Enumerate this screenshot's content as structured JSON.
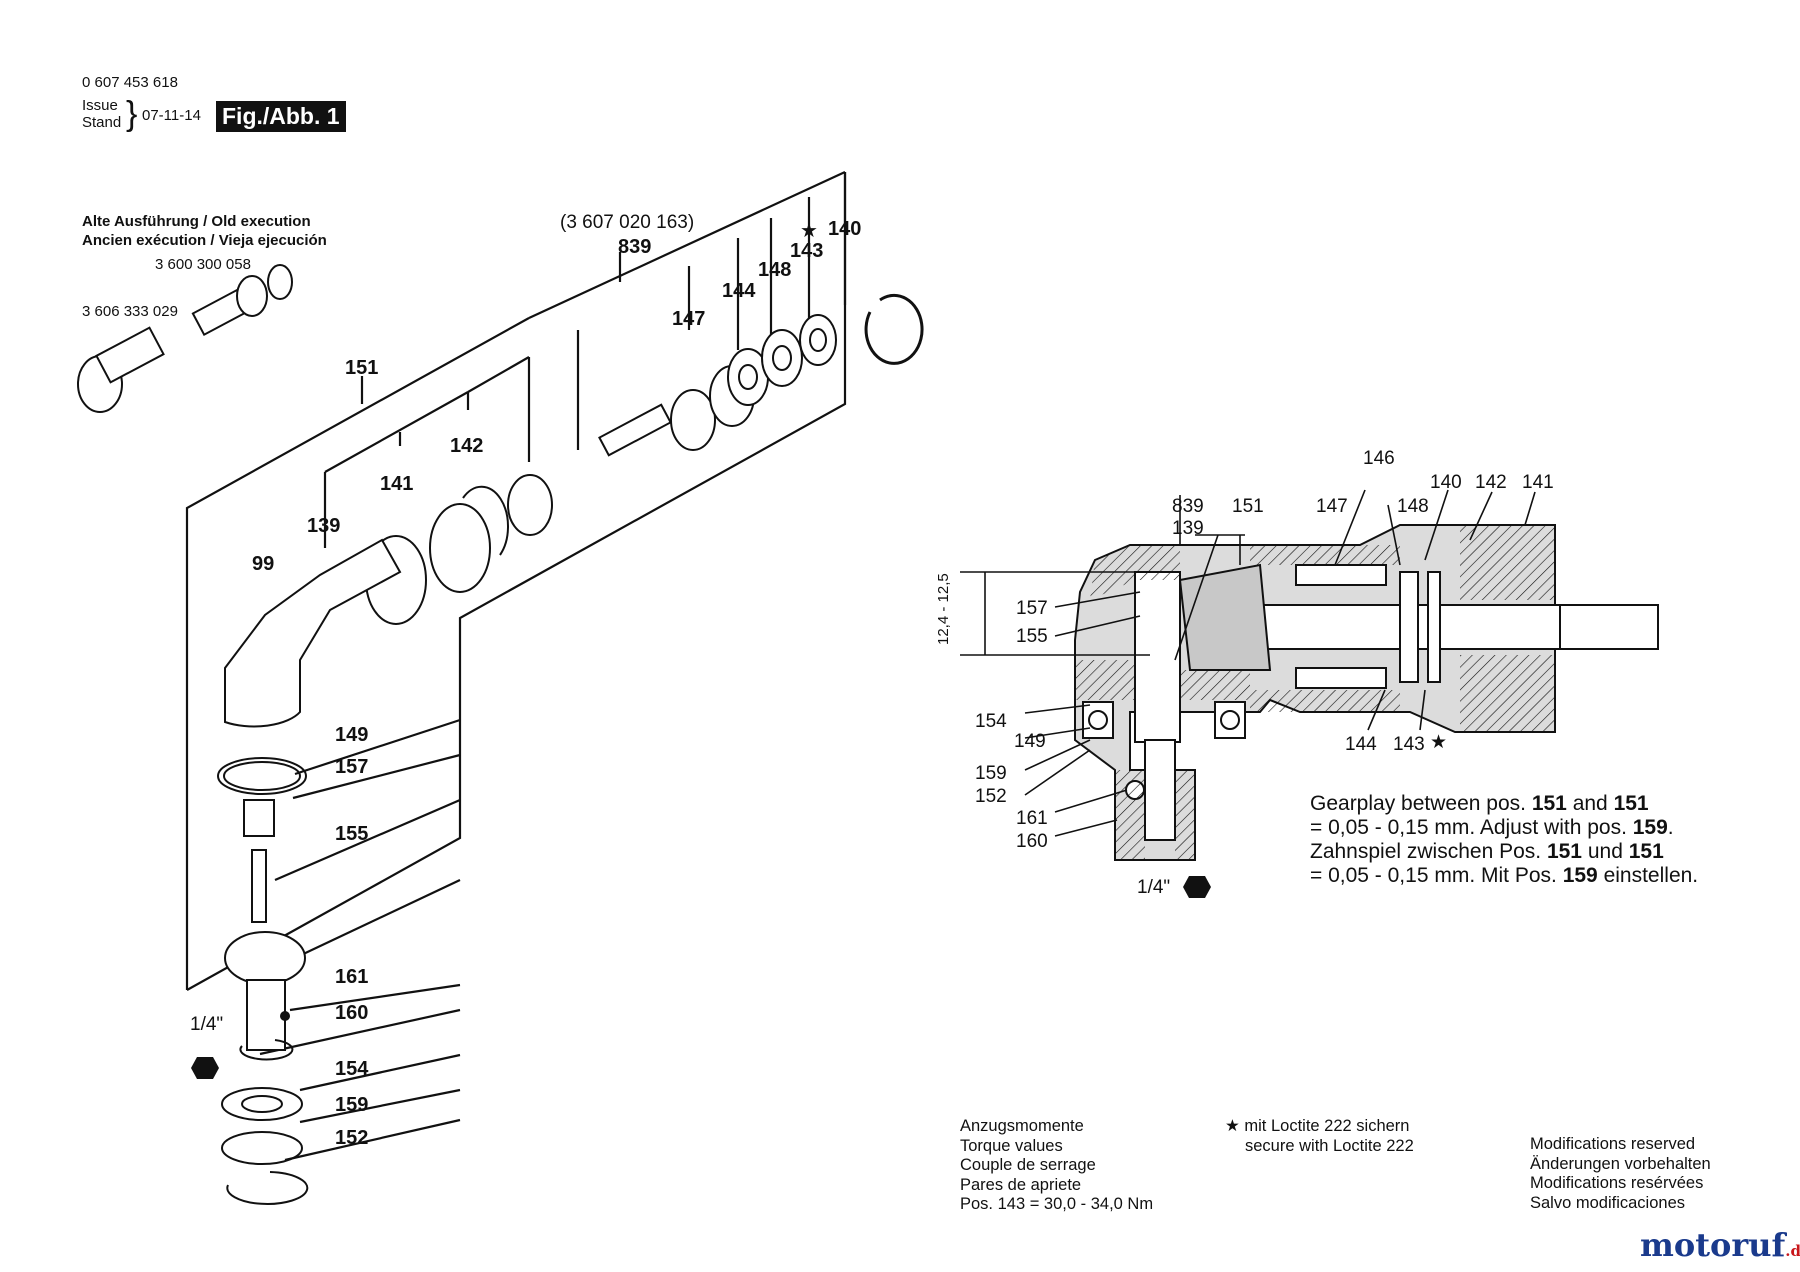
{
  "header": {
    "part_number": "0 607 453 618",
    "issue_label": "Issue",
    "stand_label": "Stand",
    "date": "07-11-14",
    "fig_label": "Fig./Abb. 1"
  },
  "old_execution": {
    "line1": "Alte Ausführung / Old execution",
    "line2": "Ancien exécution / Vieja ejecución",
    "part_a": "3 600 300 058",
    "part_b": "3 606 333 029"
  },
  "exploded": {
    "kit_number": "(3 607 020 163)",
    "labels": {
      "l839": "839",
      "l140": "140",
      "l143": "143",
      "l148": "148",
      "l144": "144",
      "l147": "147",
      "l151": "151",
      "l142": "142",
      "l141": "141",
      "l139": "139",
      "l99": "99",
      "l149": "149",
      "l157": "157",
      "l155": "155",
      "l161": "161",
      "l160": "160",
      "l154": "154",
      "l159": "159",
      "l152": "152",
      "hex": "1/4\""
    }
  },
  "section": {
    "labels": {
      "l146": "146",
      "l140": "140",
      "l142": "142",
      "l141": "141",
      "l839": "839",
      "l151": "151",
      "l147": "147",
      "l148": "148",
      "l139": "139",
      "l157": "157",
      "l155": "155",
      "l154": "154",
      "l149": "149",
      "l159": "159",
      "l152": "152",
      "l161": "161",
      "l160": "160",
      "l144": "144",
      "l143": "143",
      "hex": "1/4\"",
      "dim": "12,4 - 12,5"
    }
  },
  "notes": {
    "en1_a": "Gearplay between pos. ",
    "en1_b": "151",
    "en1_c": " and ",
    "en1_d": "151",
    "en2_a": "= 0,05 - 0,15 mm. Adjust with pos. ",
    "en2_b": "159",
    "en2_c": ".",
    "de1_a": "Zahnspiel zwischen Pos. ",
    "de1_b": "151",
    "de1_c": " und ",
    "de1_d": "151",
    "de2_a": "= 0,05 - 0,15 mm. Mit Pos. ",
    "de2_b": "159",
    "de2_c": " einstellen."
  },
  "footer": {
    "torque": [
      "Anzugsmomente",
      "Torque values",
      "Couple de serrage",
      "Pares de apriete",
      "Pos. 143 = 30,0 - 34,0 Nm"
    ],
    "loctite": [
      "mit Loctite 222 sichern",
      "secure with Loctite 222"
    ],
    "modifications": [
      "Modifications reserved",
      "Änderungen vorbehalten",
      "Modifications resérvées",
      "Salvo modificaciones"
    ],
    "watermark_a": "motoruf",
    "watermark_b": ".de"
  },
  "icons": {
    "star": "star-icon",
    "hex_nut": "hexagon-icon"
  }
}
